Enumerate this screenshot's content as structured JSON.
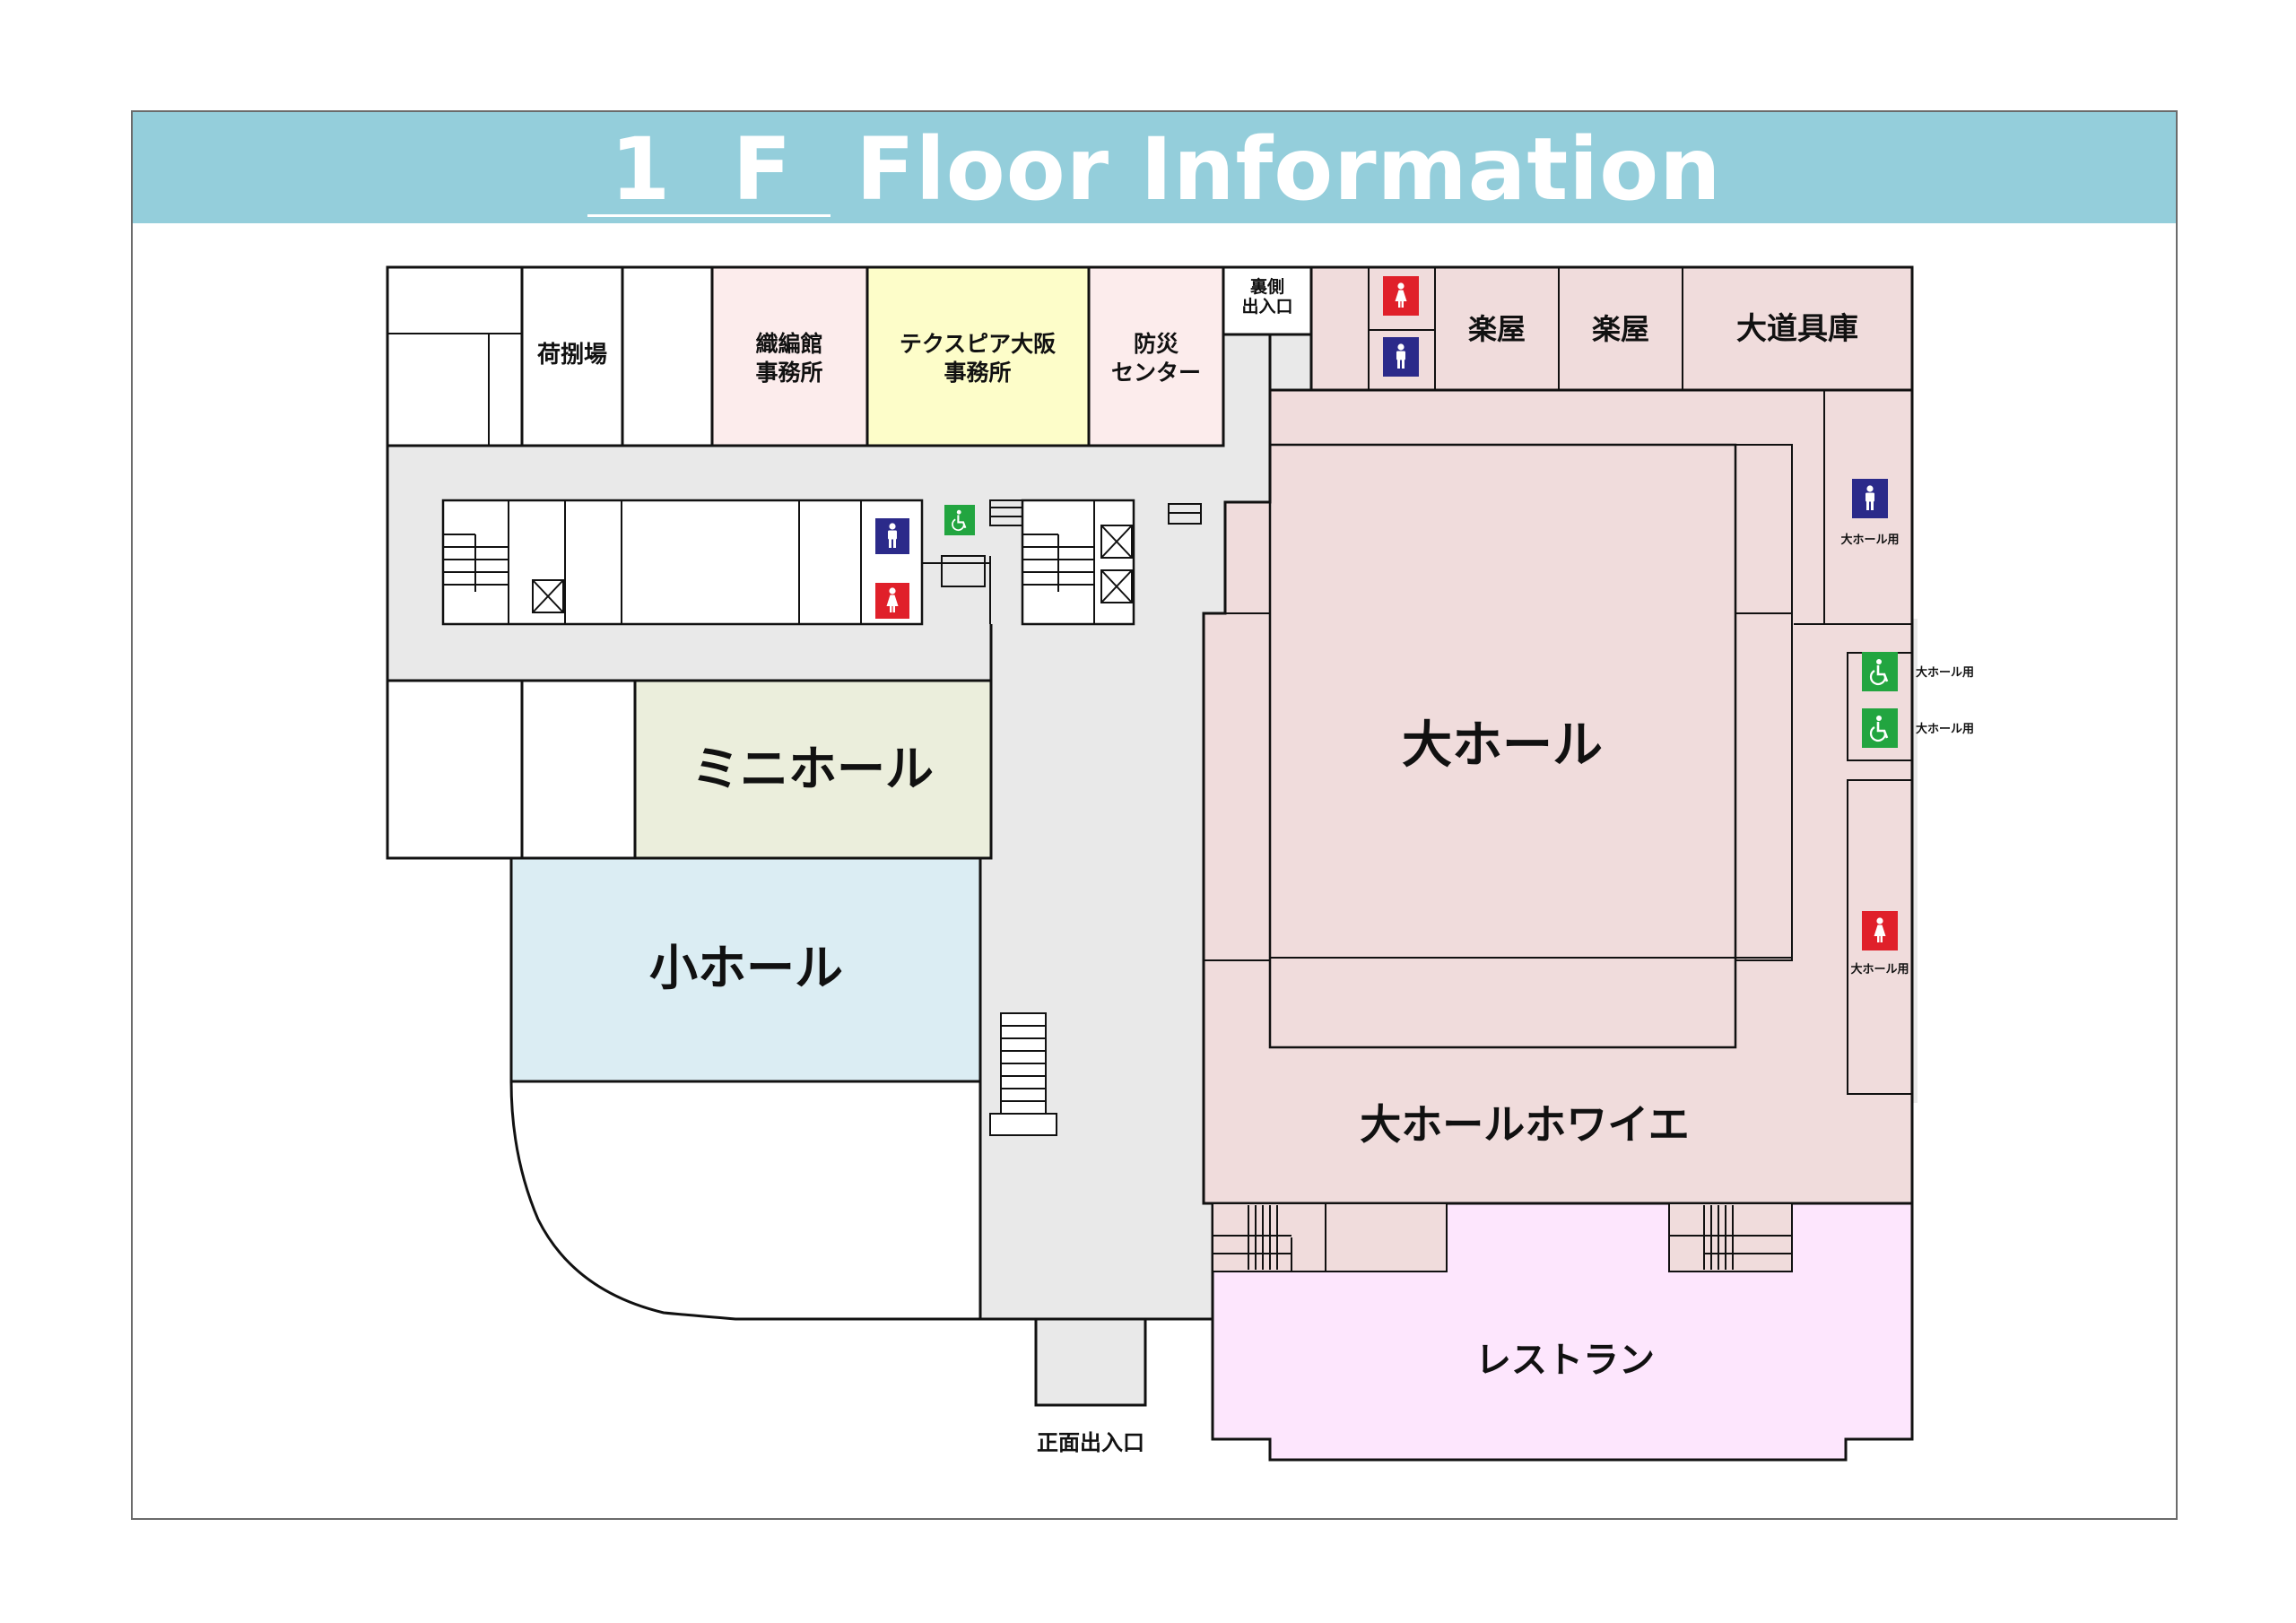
{
  "title": {
    "floor": "1 F",
    "text": "Floor Information"
  },
  "colors": {
    "header": "#94cedb",
    "corridor": "#e9e9e9",
    "big_hall": "#f0dcdc",
    "office_pink": "#fcecec",
    "techspia_office": "#fdfdc9",
    "mini_hall": "#ebeedc",
    "small_hall": "#dbedf3",
    "restaurant": "#fde6fd",
    "toilet_male": "#2b2a8a",
    "toilet_female": "#e0202a",
    "toilet_accessible": "#22a540"
  },
  "rooms": {
    "loading_dock": "荷捌場",
    "orihenkan_office": [
      "織編館",
      "事務所"
    ],
    "techspia_office": [
      "テクスピア大阪",
      "事務所"
    ],
    "disaster_center": [
      "防災",
      "センター"
    ],
    "rear_exit": [
      "裏側",
      "出入口"
    ],
    "dressing_room_1": "楽屋",
    "dressing_room_2": "楽屋",
    "prop_storage": "大道具庫",
    "big_hall": "大ホール",
    "mini_hall": "ミニホール",
    "small_hall": "小ホール",
    "big_hall_foyer": "大ホールホワイエ",
    "restaurant": "レストラン",
    "main_entrance": "正面出入口"
  },
  "toilet_notes": {
    "male_big_hall": "大ホール用",
    "accessible_1": "大ホール用",
    "accessible_2": "大ホール用",
    "female_big_hall": "大ホール用"
  },
  "icons": {
    "male": "male-toilet-icon",
    "female": "female-toilet-icon",
    "accessible": "wheelchair-icon",
    "elevator": "elevator-icon",
    "stairs": "stairs-icon"
  }
}
